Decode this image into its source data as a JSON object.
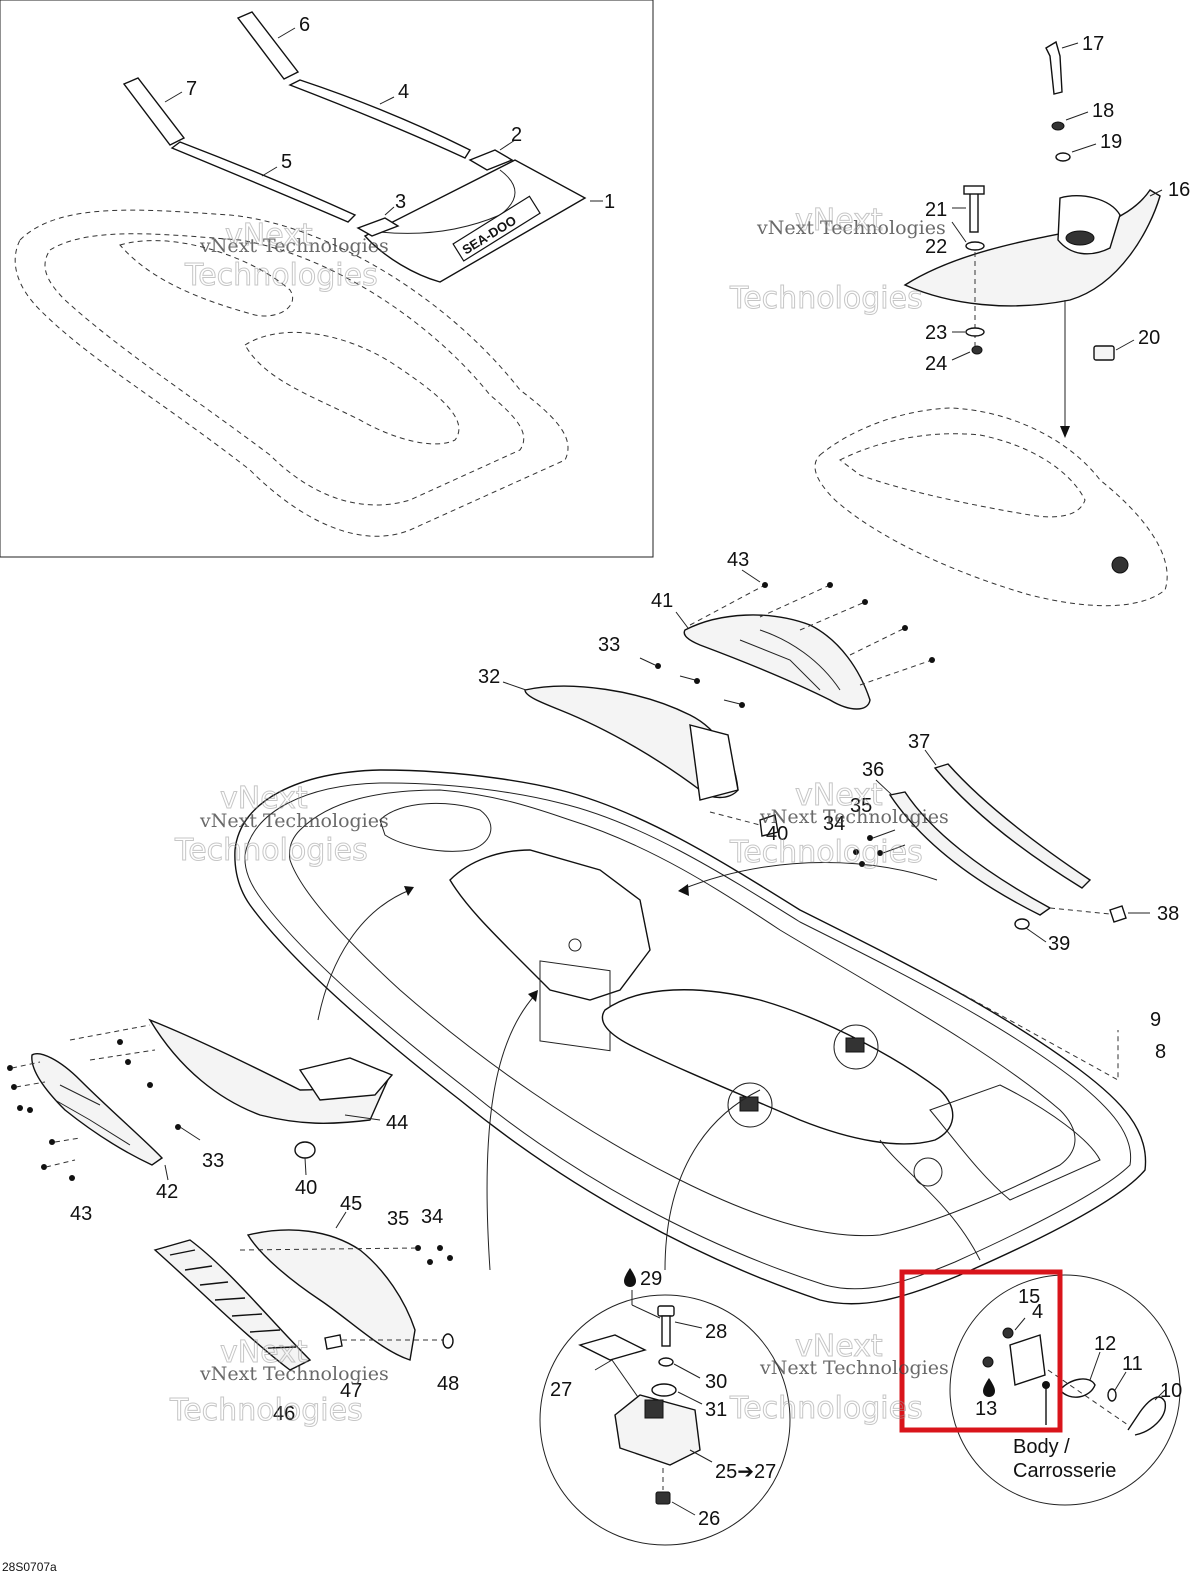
{
  "diagram": {
    "figure_code": "28S0707a",
    "watermark": {
      "line1": "vNext Technologies",
      "big_a": "vNext",
      "big_b": "Technologies"
    },
    "callouts": {
      "c1": "1",
      "c2": "2",
      "c3": "3",
      "c4": "4",
      "c5": "5",
      "c6": "6",
      "c7": "7",
      "c8": "8",
      "c9": "9",
      "c10": "10",
      "c11": "11",
      "c12": "12",
      "c13": "13",
      "c14": "4",
      "c15": "15",
      "c16": "16",
      "c17": "17",
      "c18": "18",
      "c19": "19",
      "c20": "20",
      "c21": "21",
      "c22": "22",
      "c23": "23",
      "c24": "24",
      "c25": "25➔27",
      "c26": "26",
      "c27": "27",
      "c28": "28",
      "c29": "29",
      "c30": "30",
      "c31": "31",
      "c32": "32",
      "c33a": "33",
      "c33b": "33",
      "c34a": "34",
      "c34b": "34",
      "c35a": "35",
      "c35b": "35",
      "c36": "36",
      "c37": "37",
      "c38": "38",
      "c39": "39",
      "c40a": "40",
      "c40b": "40",
      "c41": "41",
      "c42": "42",
      "c43a": "43",
      "c43b": "43",
      "c44": "44",
      "c45": "45",
      "c46": "46",
      "c47": "47",
      "c48": "48"
    },
    "decal_text": "SEA-DOO",
    "body_label_line1": "Body /",
    "body_label_line2": "Carrosserie",
    "highlight_color": "#d9141b"
  }
}
